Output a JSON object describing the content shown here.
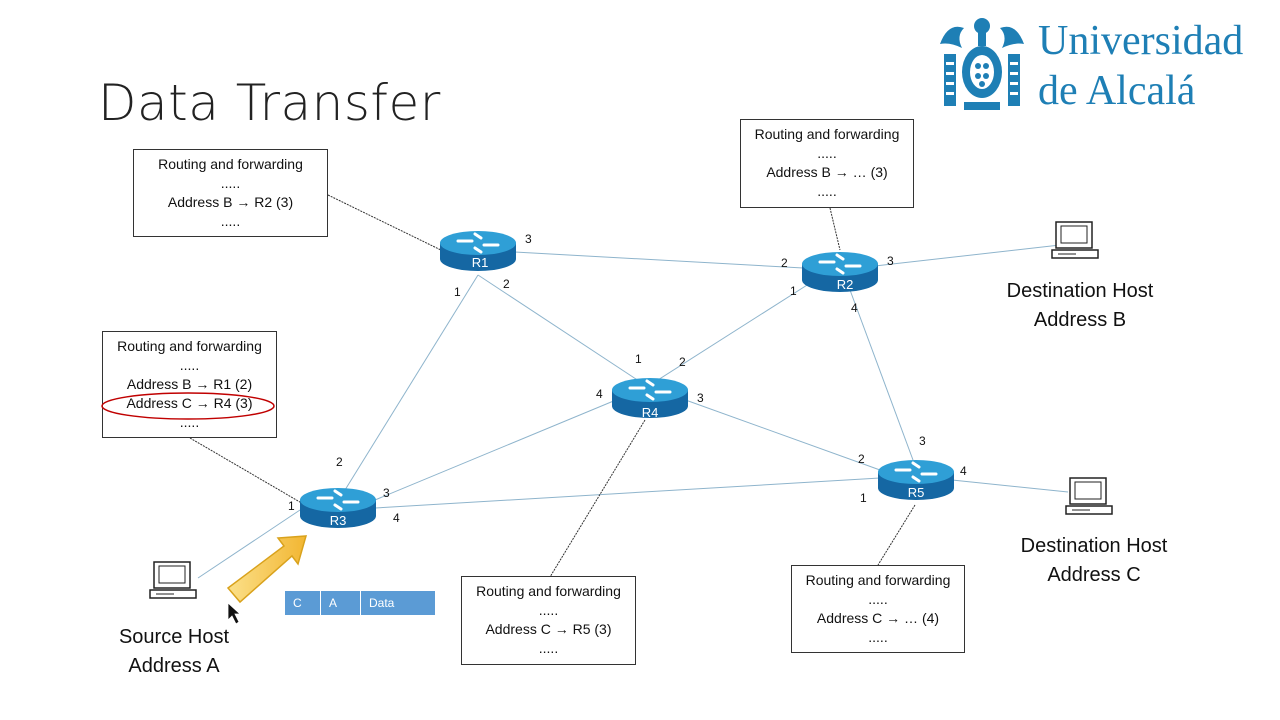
{
  "slide": {
    "title": "Data Transfer",
    "logo": {
      "line1": "Universidad",
      "line2": "de Alcalá"
    }
  },
  "routers": [
    {
      "id": "R1",
      "label": "R1"
    },
    {
      "id": "R2",
      "label": "R2"
    },
    {
      "id": "R3",
      "label": "R3"
    },
    {
      "id": "R4",
      "label": "R4"
    },
    {
      "id": "R5",
      "label": "R5"
    }
  ],
  "ports": {
    "r1_1": "1",
    "r1_2": "2",
    "r1_3": "3",
    "r2_1": "1",
    "r2_2": "2",
    "r2_3": "3",
    "r2_4": "4",
    "r3_1": "1",
    "r3_2": "2",
    "r3_3": "3",
    "r3_4": "4",
    "r4_1": "1",
    "r4_2": "2",
    "r4_3": "3",
    "r4_4": "4",
    "r5_1": "1",
    "r5_2": "2",
    "r5_3": "3",
    "r5_4": "4"
  },
  "tables": {
    "r1": {
      "heading": "Routing and forwarding",
      "lines": [
        ".....",
        "Address B → R2 (3)",
        "....."
      ]
    },
    "r2": {
      "heading": "Routing and forwarding",
      "lines": [
        ".....",
        "Address B → … (3)",
        "....."
      ]
    },
    "r3": {
      "heading": "Routing and forwarding",
      "lines": [
        ".....",
        "Address B → R1 (2)",
        "Address C → R4 (3)",
        "....."
      ]
    },
    "r4": {
      "heading": "Routing and forwarding",
      "lines": [
        ".....",
        "Address C → R5 (3)",
        "....."
      ]
    },
    "r5": {
      "heading": "Routing and forwarding",
      "lines": [
        ".....",
        "Address C → … (4)",
        "....."
      ]
    }
  },
  "hosts": {
    "source": {
      "line1": "Source Host",
      "line2": "Address A"
    },
    "dest_b": {
      "line1": "Destination Host",
      "line2": "Address B"
    },
    "dest_c": {
      "line1": "Destination Host",
      "line2": "Address C"
    }
  },
  "packet": {
    "fields": [
      "C",
      "A",
      "Data"
    ]
  },
  "colors": {
    "link": "#8eb4cc",
    "router_top": "#2f9fd6",
    "router_side": "#1567a3",
    "highlight": "#c00000",
    "packet": "#5b9bd5",
    "arrow": "#f7c948",
    "logo": "#1e7fb5"
  }
}
